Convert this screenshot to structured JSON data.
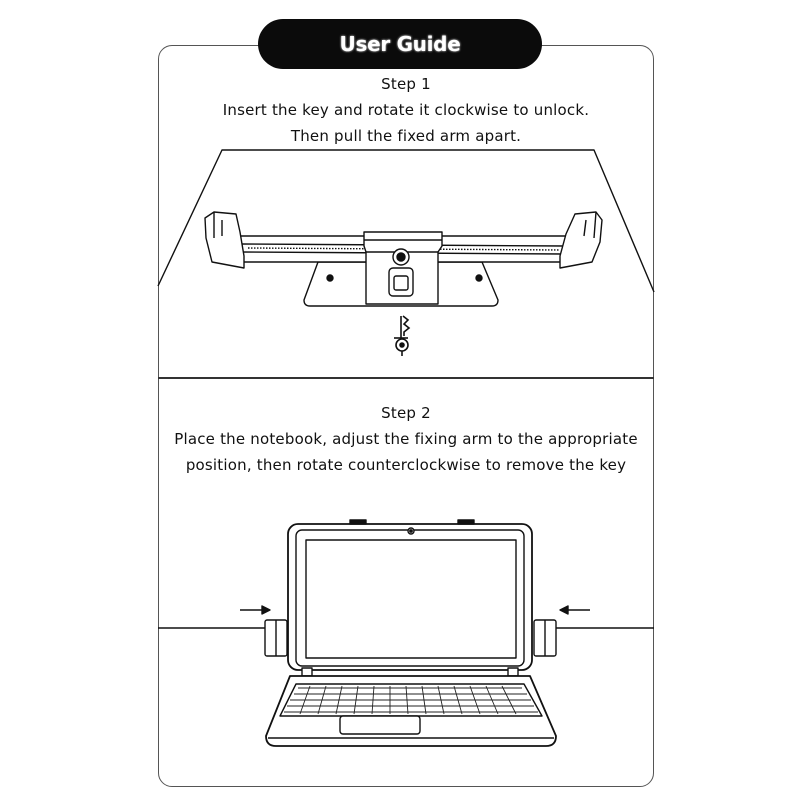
{
  "title": "User Guide",
  "step1": {
    "heading": "Step 1",
    "line1": "Insert the key and rotate it clockwise to unlock.",
    "line2": "Then pull the fixed arm apart."
  },
  "step2": {
    "heading": "Step 2",
    "line1": "Place the notebook, adjust the fixing arm to the appropriate",
    "line2": "position, then rotate counterclockwise to remove the key"
  },
  "icons": {
    "key": "key-icon",
    "arrow_left": "arrow-right-icon",
    "arrow_right": "arrow-left-icon"
  }
}
